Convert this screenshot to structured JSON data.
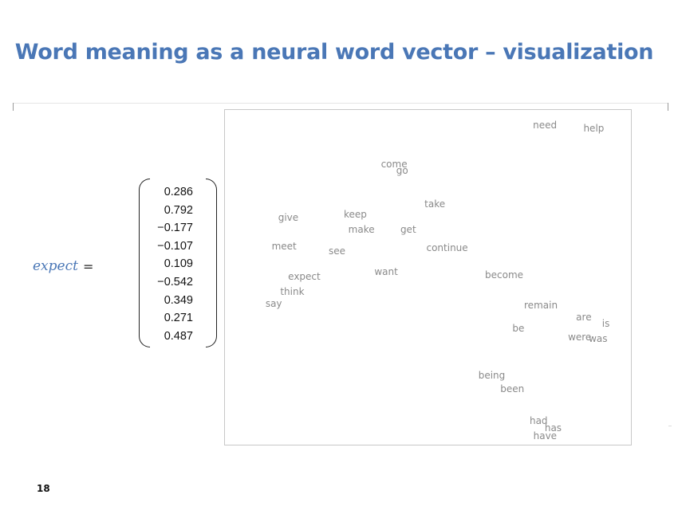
{
  "slide": {
    "title": "Word meaning as a neural word vector – visualization",
    "page_number": "18"
  },
  "equation": {
    "word": "expect",
    "equals": "=",
    "vector": [
      "0.286",
      "0.792",
      "−0.177",
      "−0.107",
      "0.109",
      "−0.542",
      "0.349",
      "0.271",
      "0.487"
    ]
  },
  "chart_data": {
    "type": "scatter",
    "title": "",
    "xlabel": "",
    "ylabel": "",
    "grid": false,
    "legend": "none",
    "xlim": [
      0,
      100
    ],
    "ylim": [
      0,
      100
    ],
    "points": [
      {
        "label": "need",
        "x": 78.5,
        "y": 95.5
      },
      {
        "label": "help",
        "x": 90.5,
        "y": 94.5
      },
      {
        "label": "come",
        "x": 41.5,
        "y": 84.0
      },
      {
        "label": "go",
        "x": 43.5,
        "y": 82.0
      },
      {
        "label": "take",
        "x": 51.5,
        "y": 72.0
      },
      {
        "label": "keep",
        "x": 32.0,
        "y": 69.0
      },
      {
        "label": "give",
        "x": 15.5,
        "y": 68.0
      },
      {
        "label": "make",
        "x": 33.5,
        "y": 64.5
      },
      {
        "label": "get",
        "x": 45.0,
        "y": 64.5
      },
      {
        "label": "meet",
        "x": 14.5,
        "y": 59.5
      },
      {
        "label": "continue",
        "x": 54.5,
        "y": 59.0
      },
      {
        "label": "see",
        "x": 27.5,
        "y": 58.0
      },
      {
        "label": "want",
        "x": 39.5,
        "y": 52.0
      },
      {
        "label": "expect",
        "x": 19.5,
        "y": 50.5
      },
      {
        "label": "become",
        "x": 68.5,
        "y": 51.0
      },
      {
        "label": "think",
        "x": 16.5,
        "y": 46.0
      },
      {
        "label": "say",
        "x": 12.0,
        "y": 42.5
      },
      {
        "label": "remain",
        "x": 77.5,
        "y": 42.0
      },
      {
        "label": "are",
        "x": 88.0,
        "y": 38.5
      },
      {
        "label": "is",
        "x": 93.5,
        "y": 36.5
      },
      {
        "label": "be",
        "x": 72.0,
        "y": 35.0
      },
      {
        "label": "were",
        "x": 87.0,
        "y": 32.5
      },
      {
        "label": "was",
        "x": 91.5,
        "y": 32.0
      },
      {
        "label": "being",
        "x": 65.5,
        "y": 21.0
      },
      {
        "label": "been",
        "x": 70.5,
        "y": 17.0
      },
      {
        "label": "had",
        "x": 77.0,
        "y": 7.5
      },
      {
        "label": "has",
        "x": 80.5,
        "y": 5.5
      },
      {
        "label": "have",
        "x": 78.5,
        "y": 3.0
      }
    ]
  }
}
